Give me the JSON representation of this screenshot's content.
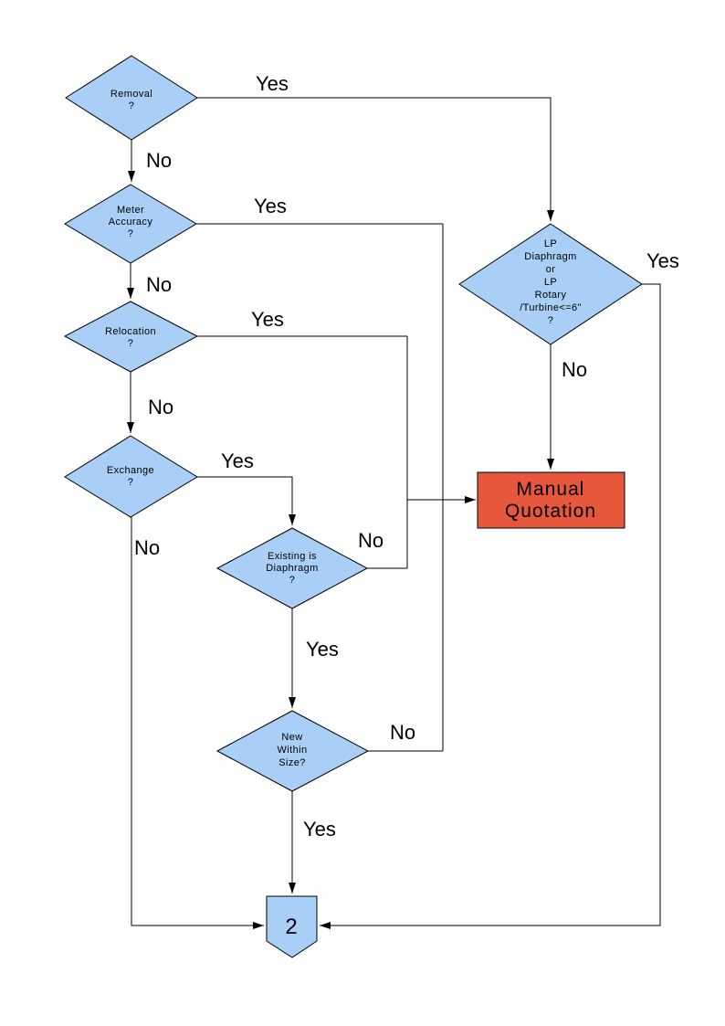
{
  "colors": {
    "decision_fill": "#A9CFF6",
    "terminal_fill": "#E7573B",
    "connector_fill": "#A9CFF6",
    "line": "#000000",
    "background": "#FFFFFF"
  },
  "nodes": {
    "removal": {
      "lines": [
        "Removal",
        "?"
      ]
    },
    "meter_accuracy": {
      "lines": [
        "Meter",
        "Accuracy",
        "?"
      ]
    },
    "relocation": {
      "lines": [
        "Relocation",
        "?"
      ]
    },
    "exchange": {
      "lines": [
        "Exchange",
        "?"
      ]
    },
    "existing_is_diaphragm": {
      "lines": [
        "Existing is",
        "Diaphragm",
        "?"
      ]
    },
    "new_within_size": {
      "lines": [
        "New",
        "Within",
        "Size?"
      ]
    },
    "lp_meter_type": {
      "lines": [
        "LP",
        "Diaphragm",
        "or",
        "LP",
        "Rotary",
        "/Turbine<=6\"",
        "?"
      ]
    },
    "manual_quotation": {
      "lines": [
        "Manual",
        "Quotation"
      ]
    },
    "offpage_connector": {
      "label": "2"
    }
  },
  "edges": {
    "removal_yes": "Yes",
    "removal_no": "No",
    "meter_accuracy_yes": "Yes",
    "meter_accuracy_no": "No",
    "relocation_yes": "Yes",
    "relocation_no": "No",
    "exchange_yes": "Yes",
    "exchange_no": "No",
    "existing_is_diaphragm_no": "No",
    "existing_is_diaphragm_yes": "Yes",
    "new_within_size_no": "No",
    "new_within_size_yes": "Yes",
    "lp_yes": "Yes",
    "lp_no": "No"
  }
}
